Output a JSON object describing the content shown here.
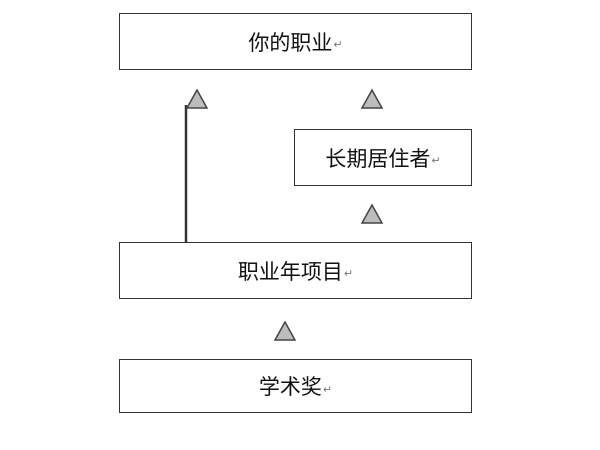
{
  "return_mark": "↵",
  "colors": {
    "box_border": "#333333",
    "text": "#111111",
    "arrow_fill": "#bdbdbd",
    "arrow_stroke": "#444444",
    "line": "#333333"
  },
  "boxes": {
    "career": {
      "label": "你的职业"
    },
    "resident": {
      "label": "长期居住者"
    },
    "career_year": {
      "label": "职业年项目"
    },
    "scholarship": {
      "label": "学术奖"
    }
  }
}
